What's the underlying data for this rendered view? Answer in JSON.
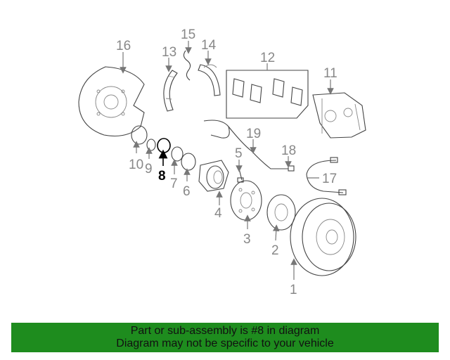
{
  "diagram": {
    "callouts": [
      "1",
      "2",
      "3",
      "4",
      "5",
      "6",
      "7",
      "8",
      "9",
      "10",
      "11",
      "12",
      "13",
      "14",
      "15",
      "16",
      "17",
      "18",
      "19"
    ],
    "highlighted": "8"
  },
  "banner": {
    "line1": "Part or sub-assembly is #8 in diagram",
    "line2": "Diagram may not be specific to your vehicle",
    "background": "#1e8c1e"
  }
}
